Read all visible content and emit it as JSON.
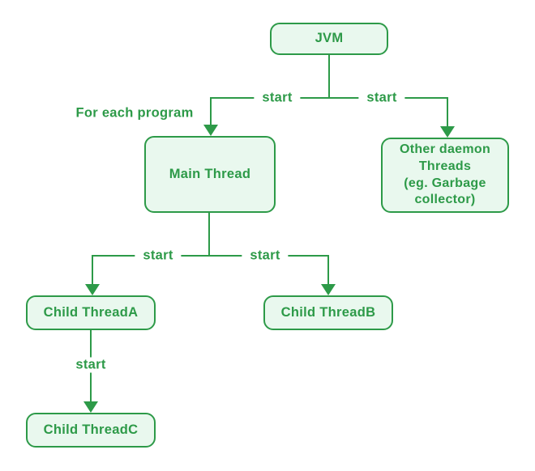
{
  "diagram": {
    "type": "flowchart",
    "topic": "JVM thread creation hierarchy",
    "colors": {
      "green": "#2d9a48",
      "node_fill": "#e9f8ee",
      "background": "#ffffff"
    },
    "annotation": "For each program",
    "nodes": {
      "jvm": {
        "label": "JVM"
      },
      "main_thread": {
        "label": "Main Thread"
      },
      "daemon_threads": {
        "label": "Other daemon\nThreads\n(eg. Garbage\ncollector)"
      },
      "child_thread_a": {
        "label": "Child ThreadA"
      },
      "child_thread_b": {
        "label": "Child ThreadB"
      },
      "child_thread_c": {
        "label": "Child ThreadC"
      }
    },
    "edges": {
      "jvm_to_main": {
        "label": "start"
      },
      "jvm_to_daemon": {
        "label": "start"
      },
      "main_to_child_a": {
        "label": "start"
      },
      "main_to_child_b": {
        "label": "start"
      },
      "child_a_to_child_c": {
        "label": "start"
      }
    }
  }
}
